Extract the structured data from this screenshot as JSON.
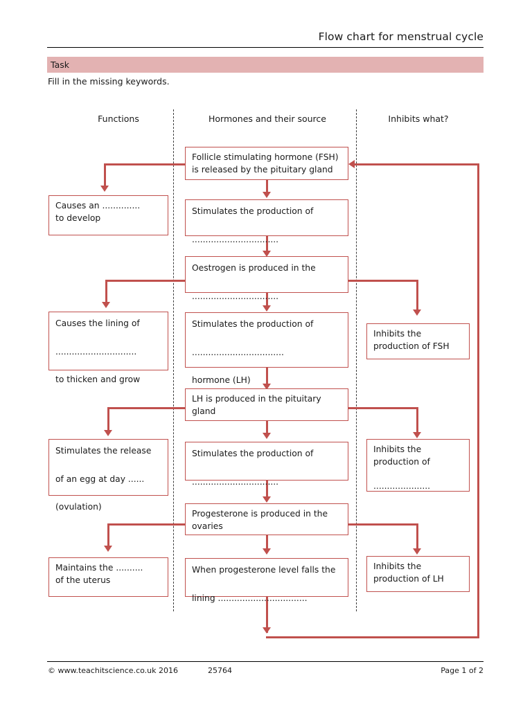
{
  "header": {
    "title": "Flow chart for menstrual cycle"
  },
  "task": {
    "band_label": "Task",
    "instruction": "Fill in the missing keywords."
  },
  "columns": [
    {
      "label": "Functions"
    },
    {
      "label": "Hormones and their source"
    },
    {
      "label": "Inhibits what?"
    }
  ],
  "boxes": {
    "fsh_source": "Follicle stimulating hormone (FSH)\nis released by the pituitary gland",
    "fsh_function": "Causes an ..............\nto develop",
    "fsh_stimulates": "Stimulates the production of\n\n ................................",
    "oestrogen_source": "Oestrogen is produced in the\n\n ................................",
    "oestrogen_function": "Causes the lining of\n\n ..............................\n\nto thicken and grow",
    "oestrogen_stimulates": "Stimulates the production of\n\n ..................................\n\nhormone (LH)",
    "oestrogen_inhibits": "Inhibits the\nproduction of FSH",
    "lh_source": "LH is produced in the pituitary\ngland",
    "lh_function": "Stimulates the release\n\nof an egg at day  ......\n\n(ovulation)",
    "lh_stimulates": "Stimulates the production of\n\n ................................",
    "lh_inhibits": "Inhibits the\nproduction of\n\n .....................",
    "progesterone_source": "Progesterone is produced in the\novaries",
    "progesterone_function": "Maintains the ..........\nof the uterus",
    "progesterone_falls": "When progesterone level falls the\n\nlining .................................",
    "progesterone_inhibits": "Inhibits the\nproduction of LH"
  },
  "footer": {
    "copyright": "© www.teachitscience.co.uk 2016",
    "resource_number": "25764",
    "page_number": "Page 1 of 2"
  },
  "colors": {
    "accent": "#c0504d",
    "task_band": "#e3b2b2",
    "text": "#1a1a1a"
  }
}
